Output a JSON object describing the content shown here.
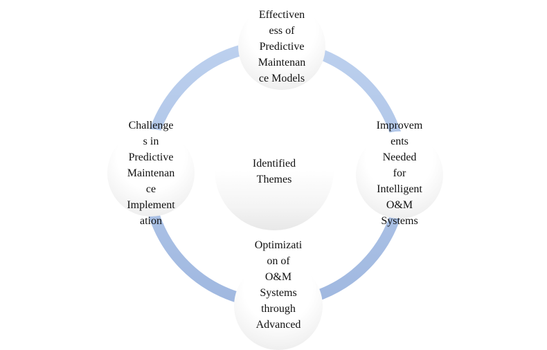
{
  "diagram": {
    "type": "cycle",
    "ring_color": "#b4c9ea",
    "ring_color_dark": "#a2bae2",
    "center": {
      "label": "Identified\nThemes"
    },
    "nodes": [
      {
        "position": "top",
        "label": "Effectiven\ness of\nPredictive\nMaintenan\nce Models"
      },
      {
        "position": "right",
        "label": "Improvem\nents\nNeeded\nfor\nIntelligent\nO&M\nSystems"
      },
      {
        "position": "bottom",
        "label": "Optimizati\non of\nO&M\nSystems\nthrough\nAdvanced"
      },
      {
        "position": "left",
        "label": "Challenge\ns in\nPredictive\nMaintenan\nce\nImplement\nation"
      }
    ]
  }
}
